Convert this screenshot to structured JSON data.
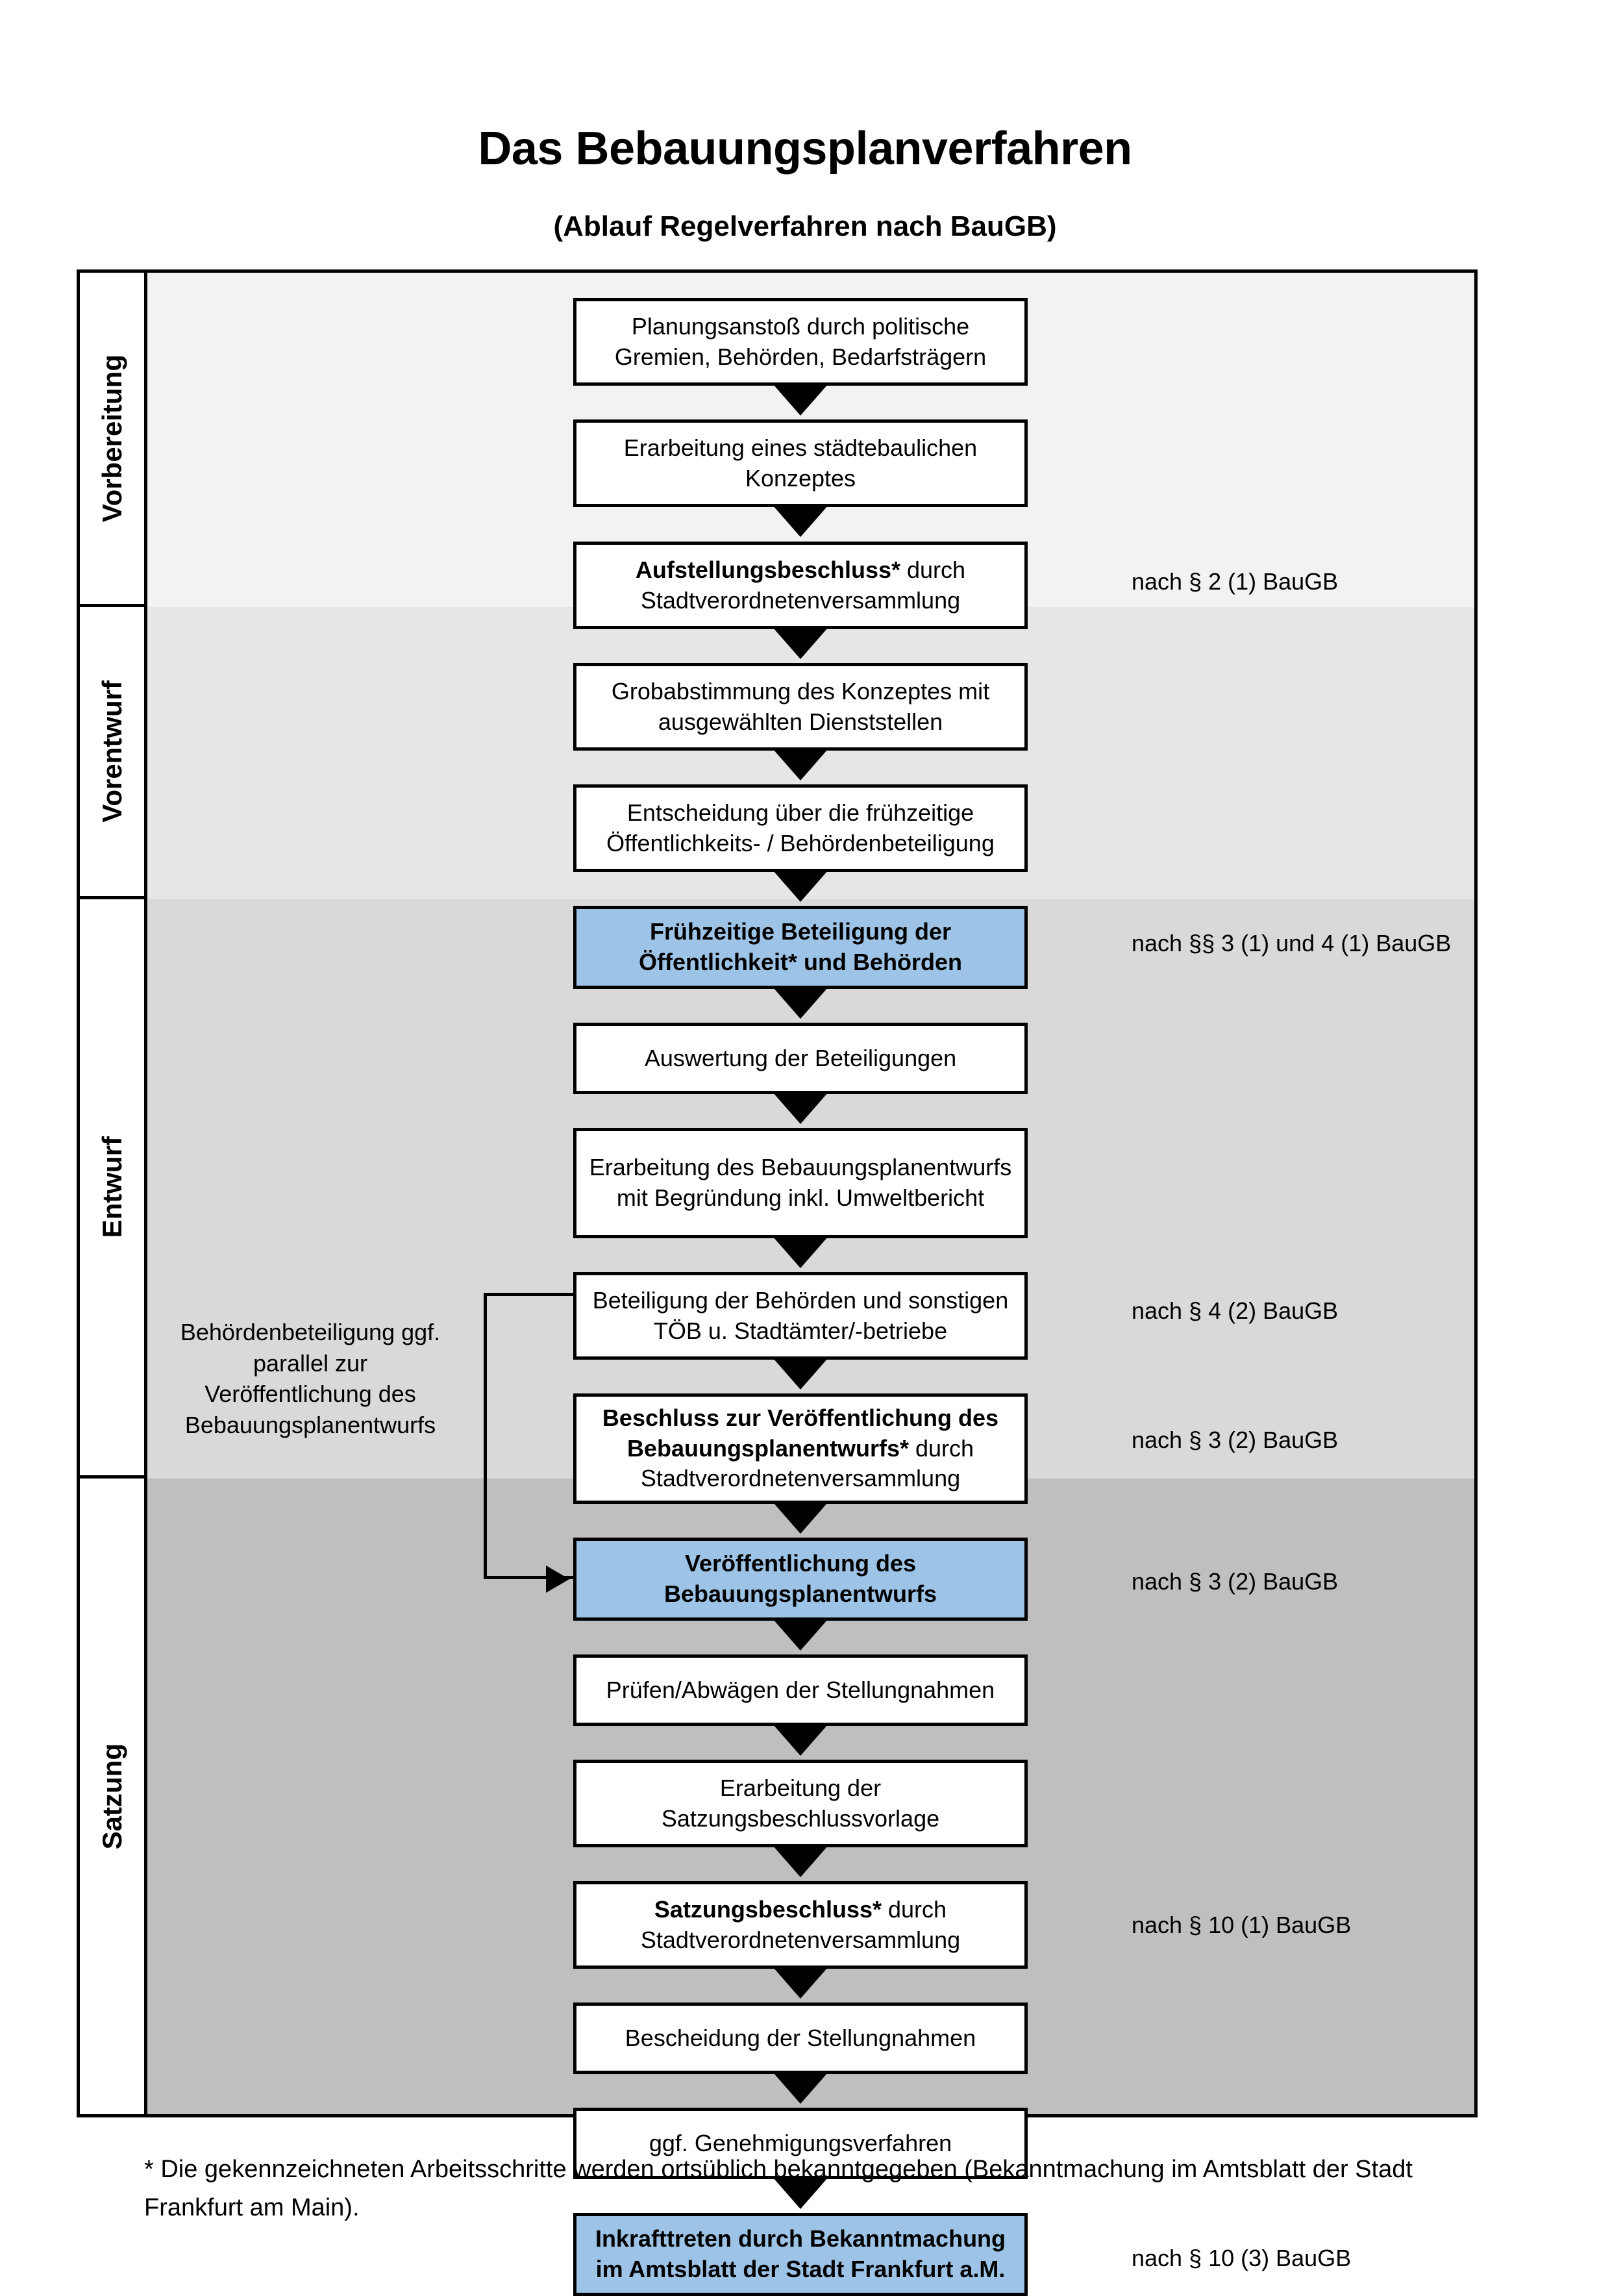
{
  "document": {
    "title": "Das Bebauungsplanverfahren",
    "subtitle": "(Ablauf Regelverfahren nach BauGB)",
    "footnote": "* Die gekennzeichneten Arbeitsschritte werden ortsüblich bekanntgegeben (Bekanntmachung im Amtsblatt  der Stadt Frankfurt am Main)."
  },
  "colors": {
    "highlight_blue": "#9DC3E6",
    "band_vorbereitung": "#F2F2F2",
    "band_vorentwurf": "#E6E6E6",
    "band_entwurf": "#D9D9D9",
    "band_satzung": "#BFBFBF",
    "box_white": "#FFFFFF",
    "outline": "#000000"
  },
  "phases": [
    {
      "label": "Vorbereitung"
    },
    {
      "label": "Vorentwurf"
    },
    {
      "label": "Entwurf"
    },
    {
      "label": "Satzung"
    }
  ],
  "steps": [
    {
      "id": "s1",
      "text": "Planungsanstoß durch politische Gremien, Behörden, Bedarfsträgern",
      "bold_prefix": "",
      "highlight": false
    },
    {
      "id": "s2",
      "text": "Erarbeitung eines städtebaulichen Konzeptes",
      "bold_prefix": "",
      "highlight": false
    },
    {
      "id": "s3",
      "text": " durch Stadtverordnetenversammlung",
      "bold_prefix": "Aufstellungsbeschluss*",
      "highlight": false
    },
    {
      "id": "s4",
      "text": "Grobabstimmung des Konzeptes mit ausgewählten Dienststellen",
      "bold_prefix": "",
      "highlight": false
    },
    {
      "id": "s5",
      "text": "Entscheidung über die frühzeitige Öffentlichkeits- / Behördenbeteiligung",
      "bold_prefix": "",
      "highlight": false
    },
    {
      "id": "s6",
      "text": "",
      "bold_prefix": "Frühzeitige Beteiligung der Öffentlichkeit* und Behörden",
      "highlight": true
    },
    {
      "id": "s7",
      "text": "Auswertung der Beteiligungen",
      "bold_prefix": "",
      "highlight": false
    },
    {
      "id": "s8",
      "text": "Erarbeitung des Bebauungsplanentwurfs mit Begründung inkl. Umweltbericht",
      "bold_prefix": "",
      "highlight": false
    },
    {
      "id": "s9",
      "text": "Beteiligung der Behörden und sonstigen TÖB u. Stadtämter/-betriebe",
      "bold_prefix": "",
      "highlight": false
    },
    {
      "id": "s10",
      "text": " durch Stadtverordnetenversammlung",
      "bold_prefix": "Beschluss zur Veröffentlichung des Bebauungsplanentwurfs*",
      "highlight": false
    },
    {
      "id": "s11",
      "text": "",
      "bold_prefix": "Veröffentlichung des Bebauungsplanentwurfs",
      "highlight": true
    },
    {
      "id": "s12",
      "text": "Prüfen/Abwägen der Stellungnahmen",
      "bold_prefix": "",
      "highlight": false
    },
    {
      "id": "s13",
      "text": "Erarbeitung der Satzungsbeschlussvorlage",
      "bold_prefix": "",
      "highlight": false
    },
    {
      "id": "s14",
      "text": " durch Stadtverordnetenversammlung",
      "bold_prefix": "Satzungsbeschluss*",
      "highlight": false
    },
    {
      "id": "s15",
      "text": "Bescheidung der Stellungnahmen",
      "bold_prefix": "",
      "highlight": false
    },
    {
      "id": "s16",
      "text": "ggf. Genehmigungsverfahren",
      "bold_prefix": "",
      "highlight": false
    },
    {
      "id": "s17",
      "text": " durch Bekanntmachung im Amtsblatt der Stadt Frankfurt a.M.",
      "bold_prefix": "Inkrafttreten",
      "highlight": true
    }
  ],
  "legal_notes": [
    {
      "id": "n1",
      "text": "nach § 2 (1) BauGB"
    },
    {
      "id": "n2",
      "text": "nach §§ 3 (1) und 4 (1) BauGB"
    },
    {
      "id": "n3",
      "text": "nach § 4 (2) BauGB"
    },
    {
      "id": "n4",
      "text": "nach § 3 (2) BauGB"
    },
    {
      "id": "n5",
      "text": "nach § 3 (2) BauGB"
    },
    {
      "id": "n6",
      "text": "nach § 10 (1) BauGB"
    },
    {
      "id": "n7",
      "text": "nach § 10 (3) BauGB"
    }
  ],
  "annotations": [
    {
      "id": "a1",
      "text": "Behördenbeteiligung ggf. parallel zur Veröffentlichung des Bebauungsplanentwurfs"
    }
  ]
}
